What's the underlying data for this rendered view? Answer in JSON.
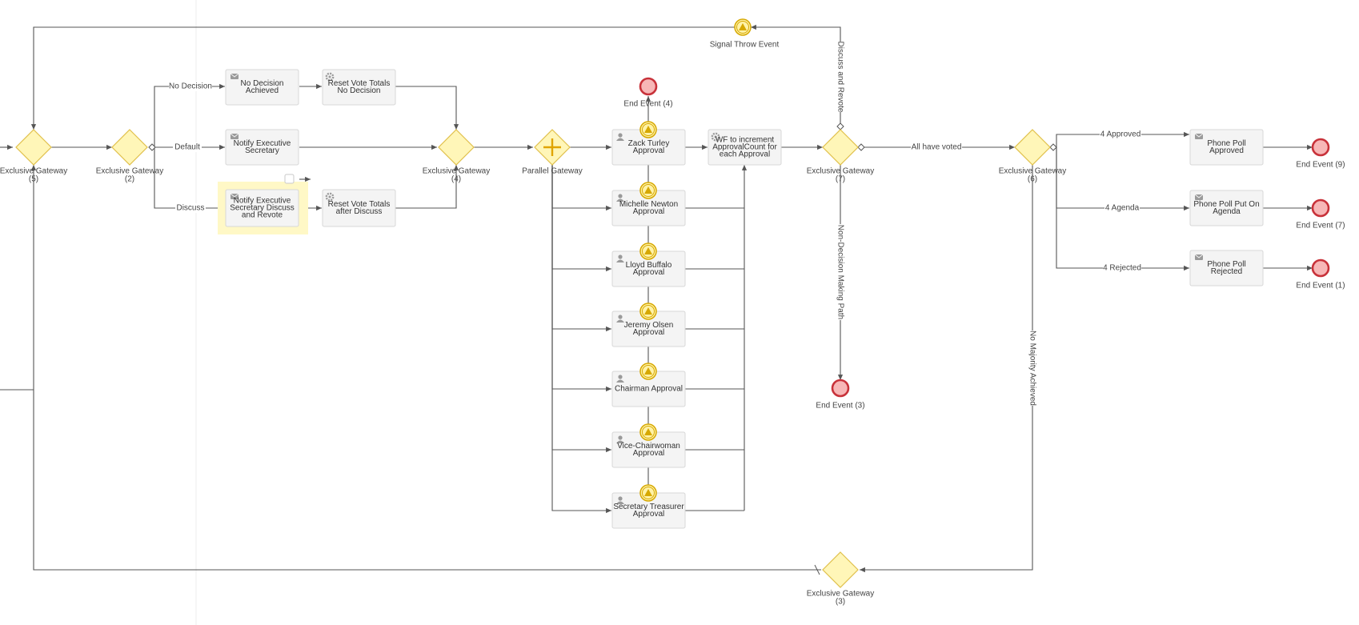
{
  "diagram": {
    "title": "",
    "gateways": {
      "gw5": {
        "label": "Exclusive Gateway",
        "sub": "(5)"
      },
      "gw2": {
        "label": "Exclusive Gateway",
        "sub": "(2)"
      },
      "gw4": {
        "label": "Exclusive Gateway",
        "sub": "(4)"
      },
      "pgw": {
        "label": "Parallel Gateway",
        "sub": ""
      },
      "gw7": {
        "label": "Exclusive Gateway",
        "sub": "(7)"
      },
      "gw6": {
        "label": "Exclusive Gateway",
        "sub": "(6)"
      },
      "gw3": {
        "label": "Exclusive Gateway",
        "sub": "(3)"
      }
    },
    "tasks": {
      "no_decision": {
        "lines": [
          "No Decision",
          "Achieved"
        ],
        "type": "mail-icon"
      },
      "reset_no_decision": {
        "lines": [
          "Reset Vote Totals",
          "No Decision"
        ],
        "type": "gear-icon"
      },
      "notify_secretary": {
        "lines": [
          "Notify Executive",
          "Secretary"
        ],
        "type": "mail-icon"
      },
      "notify_discuss": {
        "lines": [
          "Notify Executive",
          "Secretary Discuss",
          "and Revote"
        ],
        "type": "mail-icon"
      },
      "reset_discuss": {
        "lines": [
          "Reset Vote Totals",
          "after Discuss"
        ],
        "type": "gear-icon"
      },
      "zack": {
        "lines": [
          "Zack Turley",
          "Approval"
        ],
        "type": "user-icon"
      },
      "michelle": {
        "lines": [
          "Michelle Newton",
          "Approval"
        ],
        "type": "user-icon"
      },
      "lloyd": {
        "lines": [
          "Lloyd Buffalo",
          "Approval"
        ],
        "type": "user-icon"
      },
      "jeremy": {
        "lines": [
          "Jeremy Olsen",
          "Approval"
        ],
        "type": "user-icon"
      },
      "chairman": {
        "lines": [
          "Chairman Approval"
        ],
        "type": "user-icon"
      },
      "vice": {
        "lines": [
          "Vice-Chairwoman",
          "Approval"
        ],
        "type": "user-icon"
      },
      "secretary_treasurer": {
        "lines": [
          "Secretary Treasurer",
          "Approval"
        ],
        "type": "user-icon"
      },
      "wf_increment": {
        "lines": [
          "WF to increment",
          "ApprovalCount for",
          "each Approval"
        ],
        "type": "gear-icon"
      },
      "pp_approved": {
        "lines": [
          "Phone Poll",
          "Approved"
        ],
        "type": "mail-icon"
      },
      "pp_agenda": {
        "lines": [
          "Phone Poll Put On",
          "Agenda"
        ],
        "type": "mail-icon"
      },
      "pp_rejected": {
        "lines": [
          "Phone Poll",
          "Rejected"
        ],
        "type": "mail-icon"
      }
    },
    "events": {
      "ee4": "End Event (4)",
      "ee3": "End Event (3)",
      "ee9": "End Event (9)",
      "ee7": "End Event (7)",
      "ee1": "End Event (1)",
      "signal": "Signal Throw Event"
    },
    "flows": {
      "no_decision": "No Decision",
      "default": "Default",
      "discuss": "Discuss",
      "all_voted": "All have voted",
      "discuss_revote": "Discuss and Revote",
      "non_decision": "Non-Decision Making Path",
      "approved": "4 Approved",
      "agenda": "4 Agenda",
      "rejected": "4 Rejected",
      "no_majority": "No Majority Achieved"
    },
    "colors": {
      "gateway_fill": "#fff6b8",
      "gateway_stroke": "#e0c04a",
      "task_fill": "#f4f4f4",
      "task_stroke": "#d7d7d7",
      "end_fill": "#f7b7b7",
      "end_stroke": "#c8323a",
      "signal_fill": "#fff2a8",
      "signal_stroke": "#d6a800",
      "edge": "#555555",
      "highlight": "#fff8c6"
    }
  }
}
